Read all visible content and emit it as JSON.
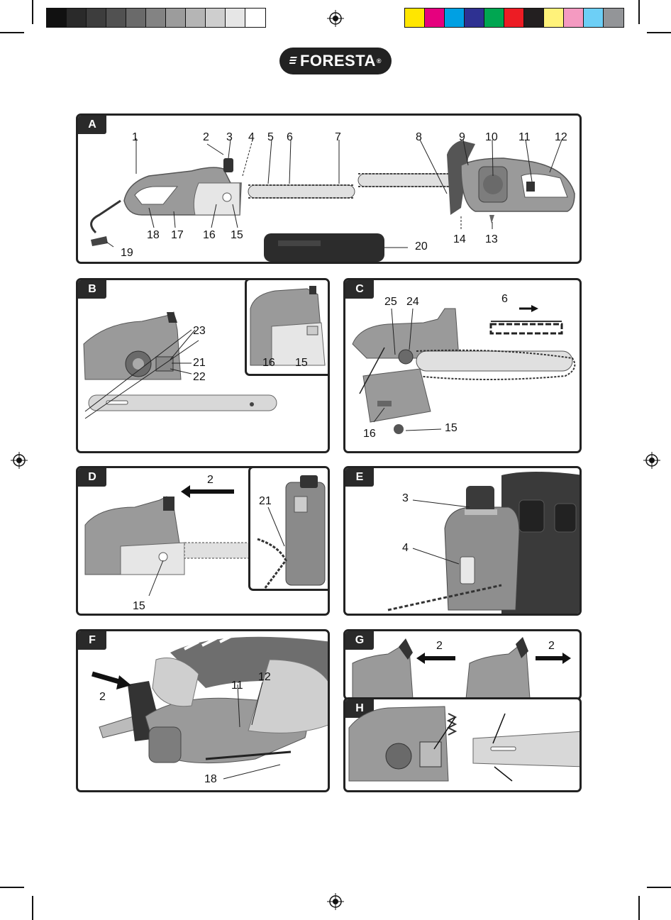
{
  "header": {
    "brand": "FORESTA",
    "registered": "®"
  },
  "colors": {
    "grayscale": [
      "#111111",
      "#2a2a2a",
      "#3d3d3d",
      "#515151",
      "#6a6a6a",
      "#838383",
      "#9c9c9c",
      "#b5b5b5",
      "#cecece",
      "#e6e6e6",
      "#ffffff"
    ],
    "process": [
      "#ffe600",
      "#e6007e",
      "#00a0e3",
      "#2e3192",
      "#00a651",
      "#ed1c24",
      "#231f20",
      "#fff27a",
      "#f49ac1",
      "#6dcff6",
      "#939598"
    ]
  },
  "panels": {
    "a": {
      "tag": "A",
      "labels": [
        "1",
        "2",
        "3",
        "4",
        "5",
        "6",
        "7",
        "8",
        "9",
        "10",
        "11",
        "12",
        "13",
        "14",
        "15",
        "16",
        "17",
        "18",
        "19",
        "20"
      ]
    },
    "b": {
      "tag": "B",
      "labels": [
        "23",
        "21",
        "22"
      ],
      "inset_labels": [
        "16",
        "15"
      ]
    },
    "c": {
      "tag": "C",
      "labels": [
        "25",
        "24",
        "6",
        "16",
        "15"
      ]
    },
    "d": {
      "tag": "D",
      "labels": [
        "2",
        "15"
      ],
      "inset_labels": [
        "21"
      ]
    },
    "e": {
      "tag": "E",
      "labels": [
        "3",
        "4"
      ]
    },
    "f": {
      "tag": "F",
      "labels": [
        "2",
        "11",
        "12",
        "18"
      ]
    },
    "g": {
      "tag": "G",
      "labels": [
        "2",
        "2"
      ]
    },
    "h": {
      "tag": "H"
    }
  }
}
